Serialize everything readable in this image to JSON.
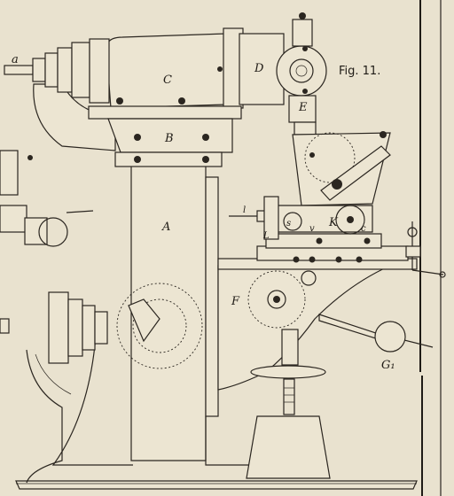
{
  "figure": {
    "title": "Fig. 11."
  },
  "labels": {
    "a": "a",
    "b": "B",
    "c": "C",
    "d": "D",
    "e": "E",
    "a_column": "A",
    "f": "F",
    "g1": "G₁",
    "k": "K",
    "l_upper": "l",
    "l_lower": "L",
    "s": "s",
    "v": "v",
    "c_small": "c"
  }
}
